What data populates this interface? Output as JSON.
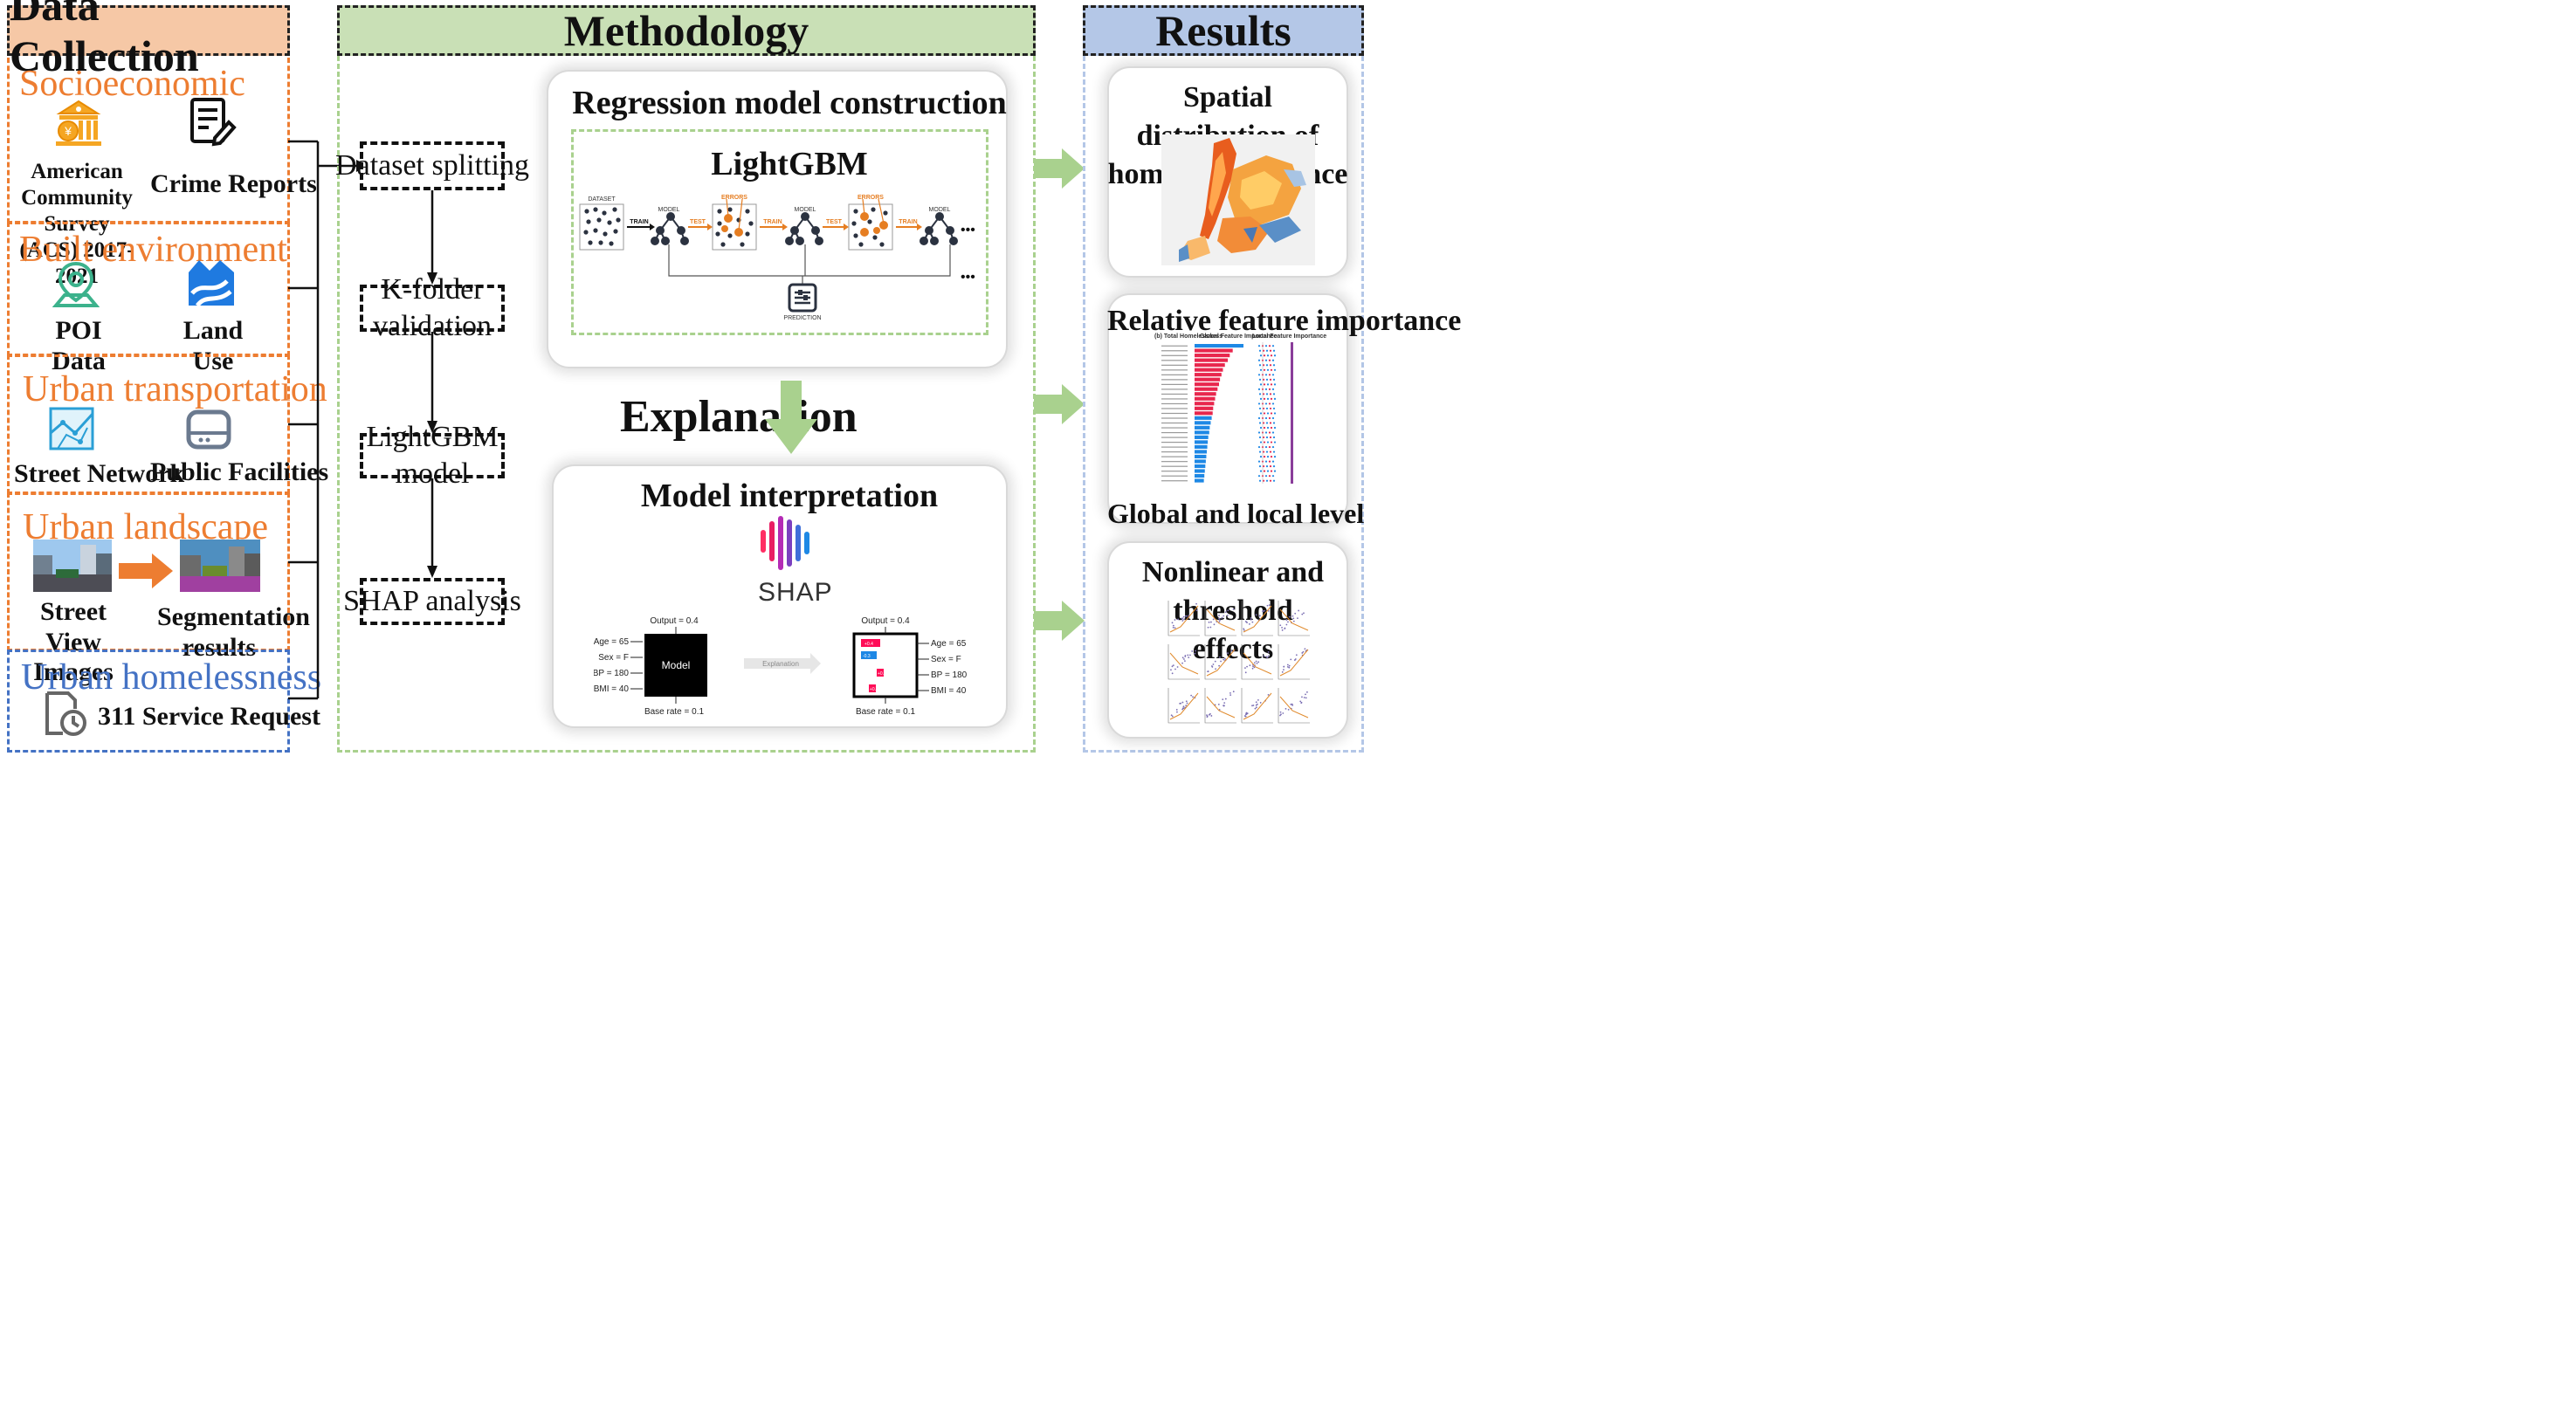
{
  "headers": {
    "data_collection": "Data Collection",
    "methodology": "Methodology",
    "results": "Results"
  },
  "colors": {
    "orange": "#ed7d31",
    "blue": "#4472c4",
    "green_header": "#c9e0b6",
    "orange_header": "#f6c8a6",
    "blue_header": "#b4c7e7",
    "arrow_green": "#a9d18e",
    "red_feature": "#e8264d",
    "blue_feature": "#1e88e5"
  },
  "data_collection": {
    "socioeconomic": {
      "title": "Socioeconomic",
      "items": [
        "American\nCommunity Survey\n(ACS) 2017-2021",
        "Crime Reports"
      ],
      "icons": [
        "bank-icon",
        "report-icon"
      ]
    },
    "built_environment": {
      "title": "Built environment",
      "items": [
        "POI Data",
        "Land Use"
      ],
      "icons": [
        "location-pin-icon",
        "land-icon"
      ]
    },
    "urban_transportation": {
      "title": "Urban transportation",
      "items": [
        "Street Network",
        "Public Facilities"
      ],
      "icons": [
        "map-network-icon",
        "facility-icon"
      ]
    },
    "urban_landscape": {
      "title": "Urban landscape",
      "items": [
        "Street View\nImages",
        "Segmentation\nresults"
      ]
    },
    "urban_homelessness": {
      "title": "Urban homelessness",
      "item": "311 Service Request",
      "icon": "document-clock-icon"
    }
  },
  "methodology": {
    "steps": [
      "Dataset splitting",
      "K-folder\nvalidation",
      "LightGBM\nmodel",
      "SHAP analysis"
    ],
    "regression_title": "Regression model construction",
    "lightgbm_title": "LightGBM",
    "lgbm_labels": {
      "dataset": "DATASET",
      "model": "MODEL",
      "errors": "ERRORS",
      "train": "TRAIN",
      "test": "TEST",
      "prediction": "PREDICTION",
      "dots": "•••"
    },
    "explanation": "Explanation",
    "interpretation_title": "Model interpretation",
    "shap_logo_text": "SHAP",
    "shap_example": {
      "output": "Output = 0.4",
      "base_rate": "Base rate = 0.1",
      "features": [
        "Age = 65",
        "Sex = F",
        "BP = 180",
        "BMI = 40"
      ],
      "model": "Model",
      "explanation": "Explanation",
      "contributions": [
        "+0.4",
        "-0.3",
        "+0.1",
        "+0.1"
      ]
    }
  },
  "results": {
    "spatial_title": "Spatial distribution of\nhomeless incidence",
    "importance_title": "Relative feature importance",
    "importance_subtitle": "Global and local level",
    "importance_caption": "(b) Total Homelessness",
    "global_label": "Global Feature Importance",
    "local_label": "Local Feature Importance",
    "global_bars": [
      1.0,
      0.78,
      0.72,
      0.68,
      0.62,
      0.58,
      0.55,
      0.52,
      0.5,
      0.47,
      0.44,
      0.42,
      0.4,
      0.38,
      0.37,
      0.35,
      0.33,
      0.31,
      0.3,
      0.28,
      0.27,
      0.26,
      0.25,
      0.24,
      0.23,
      0.22,
      0.21,
      0.2,
      0.19
    ],
    "nonlinear_title": "Nonlinear and threshold\neffects"
  }
}
